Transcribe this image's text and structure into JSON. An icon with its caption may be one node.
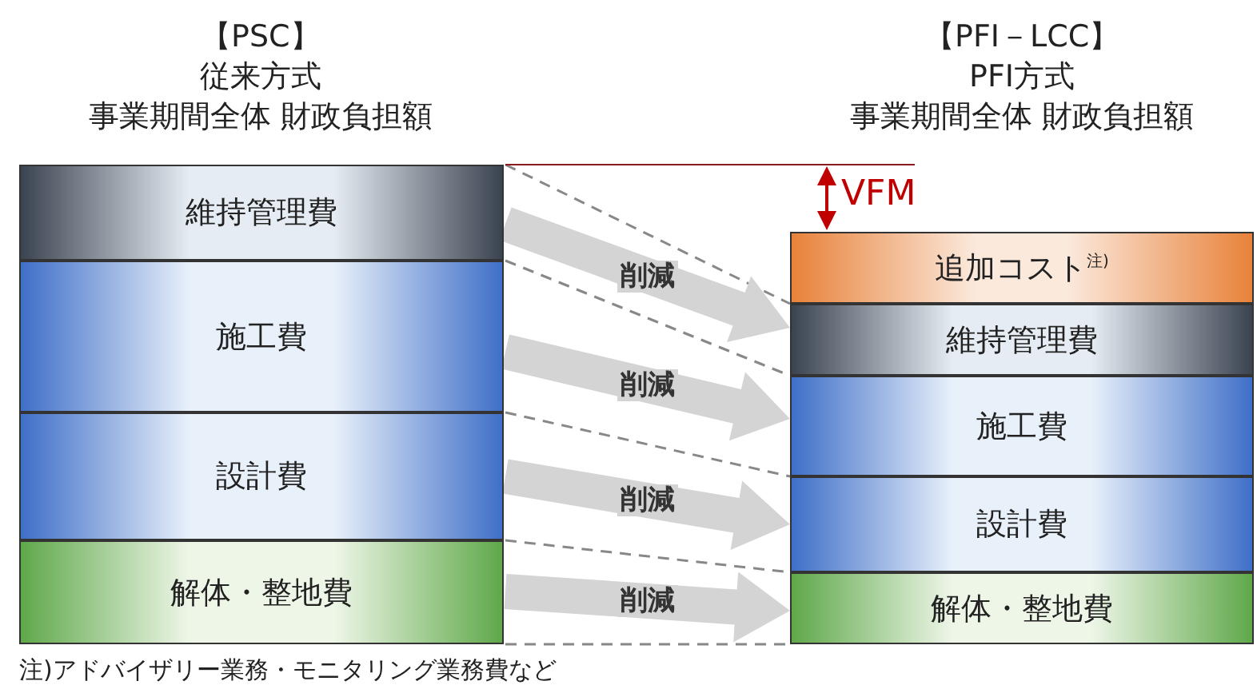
{
  "diagram": {
    "nodes": [
      {
        "text": [
          "維持管理費"
        ]
      },
      {
        "text": [
          "施工費"
        ]
      },
      {
        "text": [
          "設計費"
        ]
      },
      {
        "text": [
          "解体・整地費"
        ]
      },
      {
        "text": [
          "追加コスト$^{注)}$"
        ]
      },
      {
        "text": [
          "維持管理費"
        ]
      },
      {
        "text": [
          "施工費"
        ]
      },
      {
        "text": [
          "設計費"
        ]
      },
      {
        "text": [
          "解体・整地費"
        ]
      }
    ],
    "edges": [
      {
        "from": 0,
        "to": 5,
        "arrow": "to",
        "label": "削減",
        "style": "thick",
        "color": "#d4d4d4"
      },
      {
        "from": 1,
        "to": 6,
        "arrow": "to",
        "label": "削減",
        "style": "thick",
        "color": "#d4d4d4"
      },
      {
        "from": 2,
        "to": 7,
        "arrow": "to",
        "label": "削減",
        "style": "thick",
        "color": "#d4d4d4"
      },
      {
        "from": 3,
        "to": 8,
        "arrow": "to",
        "label": "削減",
        "style": "thick",
        "color": "#d4d4d4"
      }
    ],
    "labels": [
      "【PSC】",
      "従来方式",
      "事業期間全体 財政負担額",
      "【PFI－LCC】",
      "PFI方式",
      "事業期間全体 財政負担額",
      "VFM",
      "注)アドバイザリー業務・モニタリング業務費など"
    ]
  }
}
